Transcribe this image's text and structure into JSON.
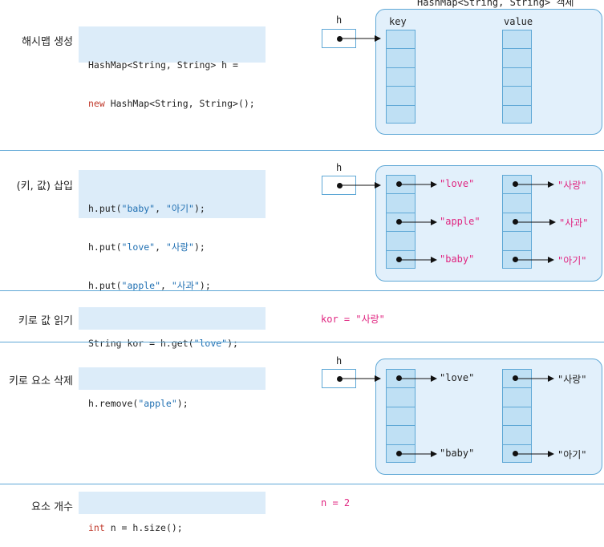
{
  "title": "HashMap<String, String> 객체",
  "sections": [
    {
      "label": "해시맵 생성",
      "code_lines": [
        "HashMap<String, String> h =",
        "new HashMap<String, String>();"
      ]
    },
    {
      "label": "(키, 값) 삽입",
      "code_lines": [
        "h.put(\"baby\", \"아기\");",
        "h.put(\"love\", \"사랑\");",
        "h.put(\"apple\", \"사과\");"
      ]
    },
    {
      "label": "키로 값 읽기",
      "code_lines": [
        "String kor = h.get(\"love\");"
      ],
      "result": "kor = \"사랑\""
    },
    {
      "label": "키로 요소 삭제",
      "code_lines": [
        "h.remove(\"apple\");"
      ]
    },
    {
      "label": "요소 개수",
      "code_lines": [
        "int n = h.size();"
      ],
      "result": "n = 2"
    }
  ],
  "variable": "h",
  "columns": {
    "key": "key",
    "value": "value"
  },
  "map_after_put": [
    {
      "key": "\"love\"",
      "value": "\"사랑\""
    },
    {
      "key": "\"apple\"",
      "value": "\"사과\""
    },
    {
      "key": "\"baby\"",
      "value": "\"아기\""
    }
  ],
  "map_after_remove": [
    {
      "key": "\"love\"",
      "value": "\"사랑\""
    },
    {
      "key": "\"baby\"",
      "value": "\"아기\""
    }
  ],
  "colors": {
    "accent": "#5fa8d6",
    "panel": "#e2f0fb",
    "cell": "#bfe0f4",
    "string": "#e02580",
    "code_bg": "#dcecf9"
  }
}
